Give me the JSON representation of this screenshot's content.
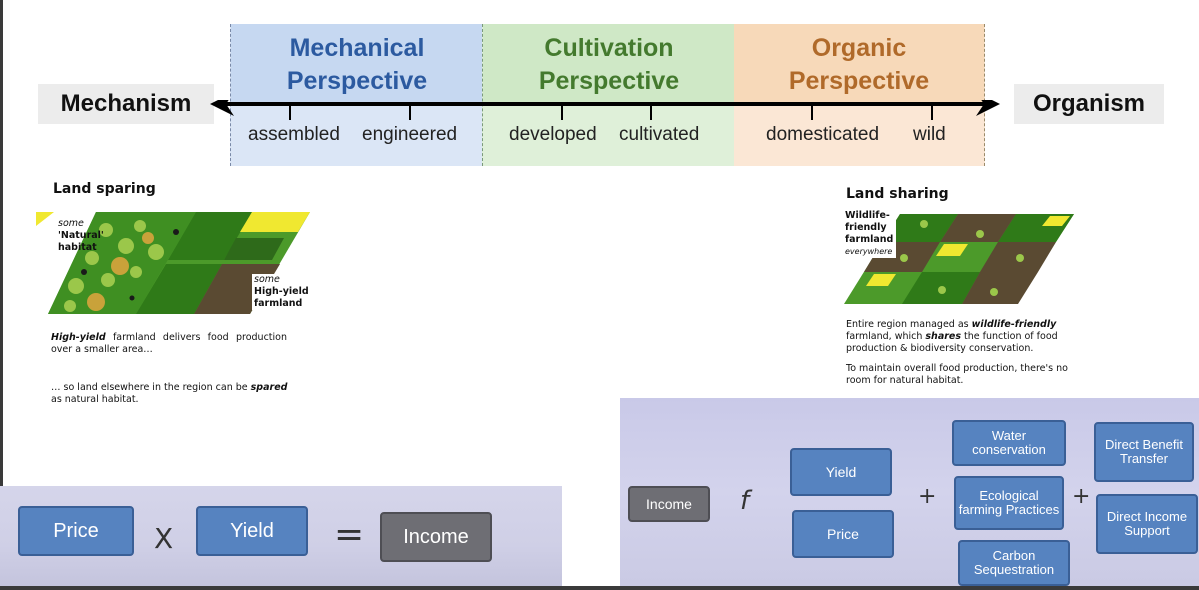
{
  "spectrum": {
    "left_end": "Mechanism",
    "right_end": "Organism",
    "perspectives": [
      {
        "title_line1": "Mechanical",
        "title_line2": "Perspective",
        "color": "#2c5aa0",
        "tint": "#c6d8f1"
      },
      {
        "title_line1": "Cultivation",
        "title_line2": "Perspective",
        "color": "#447a2e",
        "tint": "#cfe8c6"
      },
      {
        "title_line1": "Organic",
        "title_line2": "Perspective",
        "color": "#b06a2a",
        "tint": "#f7d9b9"
      }
    ],
    "ticks": [
      "assembled",
      "engineered",
      "developed",
      "cultivated",
      "domesticated",
      "wild"
    ]
  },
  "land_sparing": {
    "title": "Land sparing",
    "habitat_label_1": "some",
    "habitat_label_2": "'Natural'",
    "habitat_label_3": "habitat",
    "farm_label_1": "some",
    "farm_label_2": "High-yield",
    "farm_label_3": "farmland",
    "text1_em": "High-yield",
    "text1_rest": " farmland delivers food production over a smaller area…",
    "text2_pre": "… so land elsewhere in the region can be ",
    "text2_em": "spared",
    "text2_post": " as natural habitat."
  },
  "land_sharing": {
    "title": "Land sharing",
    "label_1": "Wildlife-",
    "label_2": "friendly",
    "label_3": "farmland",
    "label_4": "everywhere",
    "text1_a": "Entire region managed as ",
    "text1_em": "wildlife-friendly",
    "text1_b": " farmland, which ",
    "text1_em2": "shares",
    "text1_c": " the function of food production & biodiversity conservation.",
    "text2": "To maintain overall food production, there's no room for natural habitat."
  },
  "equation_left": {
    "price": "Price",
    "times": "X",
    "yield": "Yield",
    "equals": "=",
    "income": "Income"
  },
  "equation_right": {
    "income": "Income",
    "func": "f",
    "yield": "Yield",
    "price": "Price",
    "plus1": "+",
    "water": "Water conservation",
    "ecological": "Ecological farming Practices",
    "carbon": "Carbon Sequestration",
    "plus2": "+",
    "direct_benefit": "Direct Benefit Transfer",
    "direct_income": "Direct Income Support"
  }
}
